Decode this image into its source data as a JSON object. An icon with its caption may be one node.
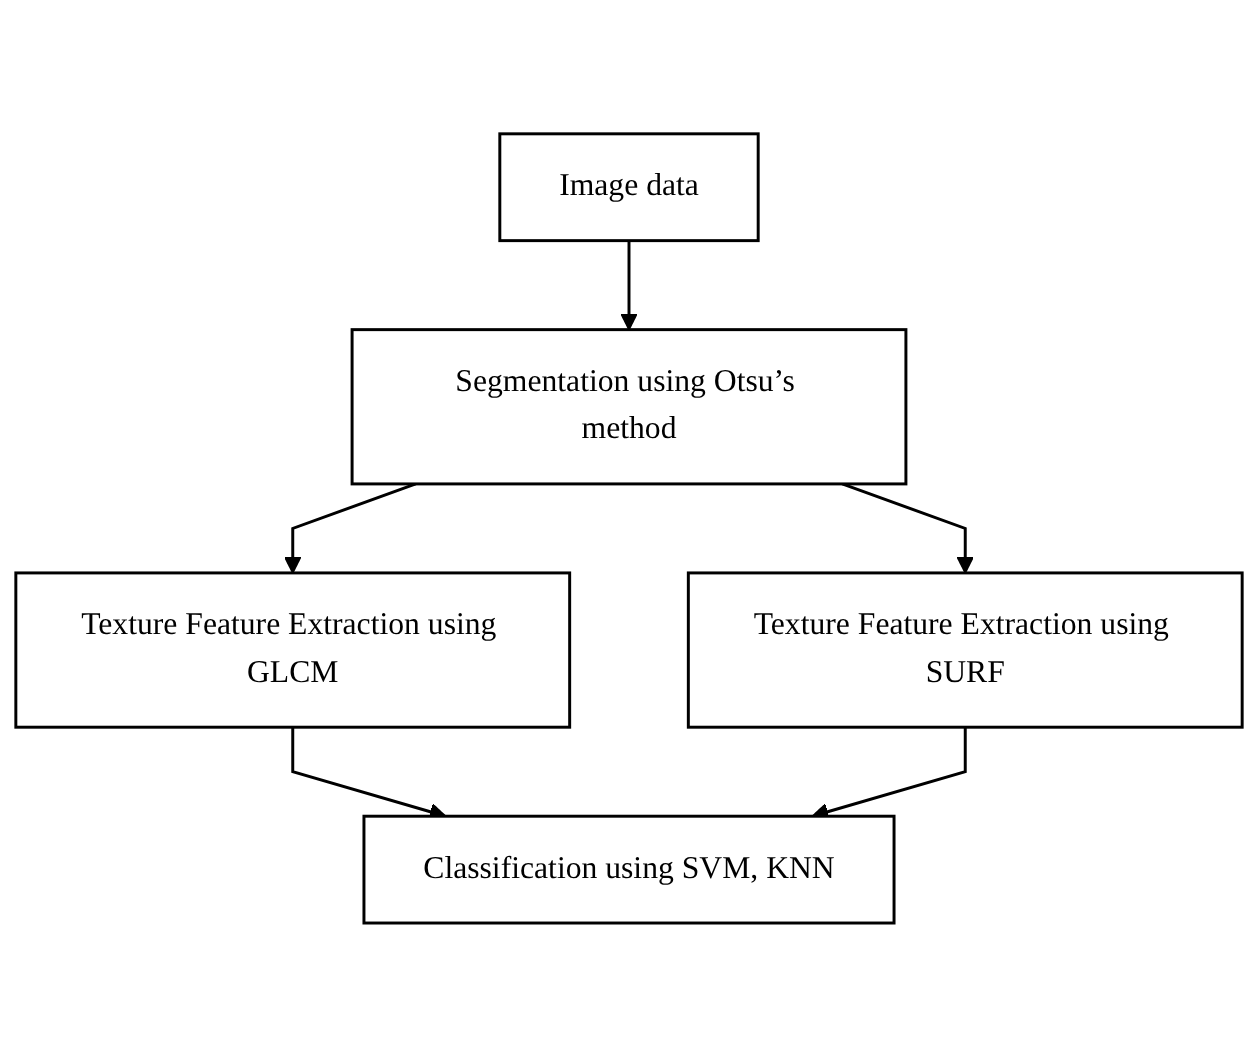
{
  "diagram": {
    "nodes": [
      {
        "text": [
          "Image data"
        ]
      },
      {
        "text": [
          "Segmentation using Otsu’s method"
        ]
      },
      {
        "text": [
          "Texture Feature Extraction using GLCM"
        ]
      },
      {
        "text": [
          "Texture Feature Extraction using SURF"
        ]
      },
      {
        "text": [
          "Classification using SVM, KNN"
        ]
      }
    ],
    "edges": [
      {
        "from": 0,
        "to": 1,
        "arrow": "to"
      },
      {
        "from": 1,
        "to": 2,
        "arrow": "to"
      },
      {
        "from": 1,
        "to": 3,
        "arrow": "to"
      },
      {
        "from": 2,
        "to": 4,
        "arrow": "to"
      },
      {
        "from": 3,
        "to": 4,
        "arrow": "to"
      }
    ]
  }
}
